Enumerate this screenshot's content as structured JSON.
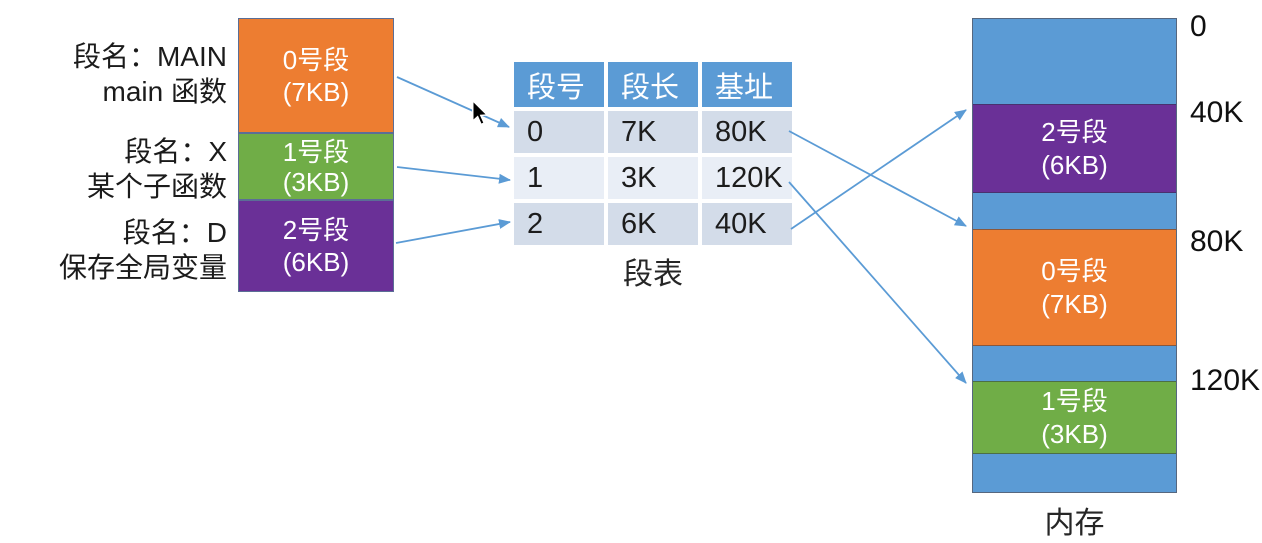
{
  "left_labels": [
    {
      "line1": "段名：MAIN",
      "line2": "main 函数"
    },
    {
      "line1": "段名：X",
      "line2": "某个子函数"
    },
    {
      "line1": "段名：D",
      "line2": "保存全局变量"
    }
  ],
  "process_segments": [
    {
      "name": "0号段",
      "size": "(7KB)",
      "color": "#ED7D31"
    },
    {
      "name": "1号段",
      "size": "(3KB)",
      "color": "#70AD47"
    },
    {
      "name": "2号段",
      "size": "(6KB)",
      "color": "#6A3097"
    }
  ],
  "segment_table": {
    "caption": "段表",
    "headers": [
      "段号",
      "段长",
      "基址"
    ],
    "rows": [
      [
        "0",
        "7K",
        "80K"
      ],
      [
        "1",
        "3K",
        "120K"
      ],
      [
        "2",
        "6K",
        "40K"
      ]
    ]
  },
  "memory": {
    "caption": "内存",
    "address_labels": [
      "0",
      "40K",
      "80K",
      "120K"
    ],
    "blocks": [
      {
        "name": "2号段",
        "size": "(6KB)",
        "start": "40K",
        "color": "#6A3097"
      },
      {
        "name": "0号段",
        "size": "(7KB)",
        "start": "80K",
        "color": "#ED7D31"
      },
      {
        "name": "1号段",
        "size": "(3KB)",
        "start": "120K",
        "color": "#70AD47"
      }
    ]
  },
  "colors": {
    "free_memory": "#5B9BD5",
    "table_header": "#5B9BD5",
    "table_row_dark": "#D3DCE9",
    "table_row_light": "#E9EEF6",
    "arrow": "#5B9BD5"
  }
}
